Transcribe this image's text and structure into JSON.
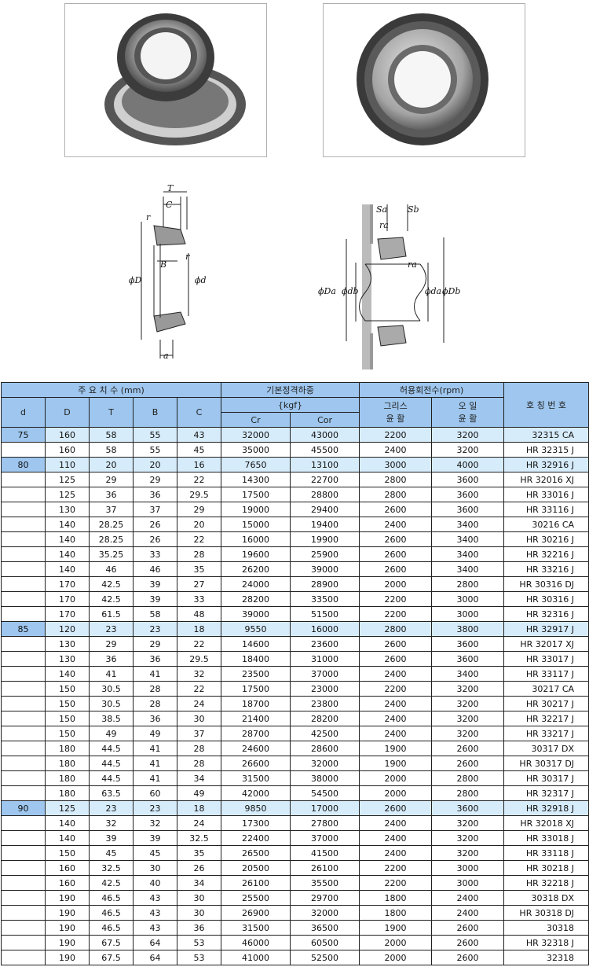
{
  "diagram_labels": {
    "T": "T",
    "C": "C",
    "r": "r",
    "B": "B",
    "phiD": "ϕD",
    "phid": "ϕd",
    "a": "a",
    "Sa": "Sa",
    "Sb": "Sb",
    "ra": "ra",
    "phiDa": "ϕDa",
    "phidb": "ϕdb",
    "phida": "ϕda",
    "phiDb": "ϕDb"
  },
  "table": {
    "header": {
      "main_dims": "주 요 치 수 (mm)",
      "basic_load": "기본정격하중",
      "kgf": "{kgf}",
      "speed": "허용회전수(rpm)",
      "designation": "호 칭 번 호",
      "d": "d",
      "D": "D",
      "T": "T",
      "B": "B",
      "C": "C",
      "cr": "Cr",
      "cor": "Cor",
      "grease": "그리스\n윤 활",
      "oil": "오 일\n윤 활"
    },
    "rows": [
      {
        "d": "75",
        "D": "160",
        "T": "58",
        "B": "55",
        "C": "43",
        "cr": "32000",
        "cor": "43000",
        "grease": "2200",
        "oil": "3200",
        "desig": "32315 CA"
      },
      {
        "d": "",
        "D": "160",
        "T": "58",
        "B": "55",
        "C": "45",
        "cr": "35000",
        "cor": "45500",
        "grease": "2400",
        "oil": "3200",
        "desig": "HR 32315 J"
      },
      {
        "d": "80",
        "D": "110",
        "T": "20",
        "B": "20",
        "C": "16",
        "cr": "7650",
        "cor": "13100",
        "grease": "3000",
        "oil": "4000",
        "desig": "HR 32916 J"
      },
      {
        "d": "",
        "D": "125",
        "T": "29",
        "B": "29",
        "C": "22",
        "cr": "14300",
        "cor": "22700",
        "grease": "2800",
        "oil": "3600",
        "desig": "HR 32016 XJ"
      },
      {
        "d": "",
        "D": "125",
        "T": "36",
        "B": "36",
        "C": "29.5",
        "cr": "17500",
        "cor": "28800",
        "grease": "2800",
        "oil": "3600",
        "desig": "HR 33016 J"
      },
      {
        "d": "",
        "D": "130",
        "T": "37",
        "B": "37",
        "C": "29",
        "cr": "19000",
        "cor": "29400",
        "grease": "2600",
        "oil": "3600",
        "desig": "HR 33116 J"
      },
      {
        "d": "",
        "D": "140",
        "T": "28.25",
        "B": "26",
        "C": "20",
        "cr": "15000",
        "cor": "19400",
        "grease": "2400",
        "oil": "3400",
        "desig": "30216 CA"
      },
      {
        "d": "",
        "D": "140",
        "T": "28.25",
        "B": "26",
        "C": "22",
        "cr": "16000",
        "cor": "19900",
        "grease": "2600",
        "oil": "3400",
        "desig": "HR 30216 J"
      },
      {
        "d": "",
        "D": "140",
        "T": "35.25",
        "B": "33",
        "C": "28",
        "cr": "19600",
        "cor": "25900",
        "grease": "2600",
        "oil": "3400",
        "desig": "HR 32216 J"
      },
      {
        "d": "",
        "D": "140",
        "T": "46",
        "B": "46",
        "C": "35",
        "cr": "26200",
        "cor": "39000",
        "grease": "2600",
        "oil": "3400",
        "desig": "HR 33216 J"
      },
      {
        "d": "",
        "D": "170",
        "T": "42.5",
        "B": "39",
        "C": "27",
        "cr": "24000",
        "cor": "28900",
        "grease": "2000",
        "oil": "2800",
        "desig": "HR 30316 DJ"
      },
      {
        "d": "",
        "D": "170",
        "T": "42.5",
        "B": "39",
        "C": "33",
        "cr": "28200",
        "cor": "33500",
        "grease": "2200",
        "oil": "3000",
        "desig": "HR 30316 J"
      },
      {
        "d": "",
        "D": "170",
        "T": "61.5",
        "B": "58",
        "C": "48",
        "cr": "39000",
        "cor": "51500",
        "grease": "2200",
        "oil": "3000",
        "desig": "HR 32316 J"
      },
      {
        "d": "85",
        "D": "120",
        "T": "23",
        "B": "23",
        "C": "18",
        "cr": "9550",
        "cor": "16000",
        "grease": "2800",
        "oil": "3800",
        "desig": "HR 32917 J"
      },
      {
        "d": "",
        "D": "130",
        "T": "29",
        "B": "29",
        "C": "22",
        "cr": "14600",
        "cor": "23600",
        "grease": "2600",
        "oil": "3600",
        "desig": "HR 32017 XJ"
      },
      {
        "d": "",
        "D": "130",
        "T": "36",
        "B": "36",
        "C": "29.5",
        "cr": "18400",
        "cor": "31000",
        "grease": "2600",
        "oil": "3600",
        "desig": "HR 33017 J"
      },
      {
        "d": "",
        "D": "140",
        "T": "41",
        "B": "41",
        "C": "32",
        "cr": "23500",
        "cor": "37000",
        "grease": "2400",
        "oil": "3400",
        "desig": "HR 33117 J"
      },
      {
        "d": "",
        "D": "150",
        "T": "30.5",
        "B": "28",
        "C": "22",
        "cr": "17500",
        "cor": "23000",
        "grease": "2200",
        "oil": "3200",
        "desig": "30217 CA"
      },
      {
        "d": "",
        "D": "150",
        "T": "30.5",
        "B": "28",
        "C": "24",
        "cr": "18700",
        "cor": "23800",
        "grease": "2400",
        "oil": "3200",
        "desig": "HR 30217 J"
      },
      {
        "d": "",
        "D": "150",
        "T": "38.5",
        "B": "36",
        "C": "30",
        "cr": "21400",
        "cor": "28200",
        "grease": "2400",
        "oil": "3200",
        "desig": "HR 32217 J"
      },
      {
        "d": "",
        "D": "150",
        "T": "49",
        "B": "49",
        "C": "37",
        "cr": "28700",
        "cor": "42500",
        "grease": "2400",
        "oil": "3200",
        "desig": "HR 33217 J"
      },
      {
        "d": "",
        "D": "180",
        "T": "44.5",
        "B": "41",
        "C": "28",
        "cr": "24600",
        "cor": "28600",
        "grease": "1900",
        "oil": "2600",
        "desig": "30317 DX"
      },
      {
        "d": "",
        "D": "180",
        "T": "44.5",
        "B": "41",
        "C": "28",
        "cr": "26600",
        "cor": "32000",
        "grease": "1900",
        "oil": "2600",
        "desig": "HR 30317 DJ"
      },
      {
        "d": "",
        "D": "180",
        "T": "44.5",
        "B": "41",
        "C": "34",
        "cr": "31500",
        "cor": "38000",
        "grease": "2000",
        "oil": "2800",
        "desig": "HR 30317 J"
      },
      {
        "d": "",
        "D": "180",
        "T": "63.5",
        "B": "60",
        "C": "49",
        "cr": "42000",
        "cor": "54500",
        "grease": "2000",
        "oil": "2800",
        "desig": "HR 32317 J"
      },
      {
        "d": "90",
        "D": "125",
        "T": "23",
        "B": "23",
        "C": "18",
        "cr": "9850",
        "cor": "17000",
        "grease": "2600",
        "oil": "3600",
        "desig": "HR 32918 J"
      },
      {
        "d": "",
        "D": "140",
        "T": "32",
        "B": "32",
        "C": "24",
        "cr": "17300",
        "cor": "27800",
        "grease": "2400",
        "oil": "3200",
        "desig": "HR 32018 XJ"
      },
      {
        "d": "",
        "D": "140",
        "T": "39",
        "B": "39",
        "C": "32.5",
        "cr": "22400",
        "cor": "37000",
        "grease": "2400",
        "oil": "3200",
        "desig": "HR 33018 J"
      },
      {
        "d": "",
        "D": "150",
        "T": "45",
        "B": "45",
        "C": "35",
        "cr": "26500",
        "cor": "41500",
        "grease": "2400",
        "oil": "3200",
        "desig": "HR 33118 J"
      },
      {
        "d": "",
        "D": "160",
        "T": "32.5",
        "B": "30",
        "C": "26",
        "cr": "20500",
        "cor": "26100",
        "grease": "2200",
        "oil": "3000",
        "desig": "HR 30218 J"
      },
      {
        "d": "",
        "D": "160",
        "T": "42.5",
        "B": "40",
        "C": "34",
        "cr": "26100",
        "cor": "35500",
        "grease": "2200",
        "oil": "3000",
        "desig": "HR 32218 J"
      },
      {
        "d": "",
        "D": "190",
        "T": "46.5",
        "B": "43",
        "C": "30",
        "cr": "25500",
        "cor": "29700",
        "grease": "1800",
        "oil": "2400",
        "desig": "30318 DX"
      },
      {
        "d": "",
        "D": "190",
        "T": "46.5",
        "B": "43",
        "C": "30",
        "cr": "26900",
        "cor": "32000",
        "grease": "1800",
        "oil": "2400",
        "desig": "HR 30318 DJ"
      },
      {
        "d": "",
        "D": "190",
        "T": "46.5",
        "B": "43",
        "C": "36",
        "cr": "31500",
        "cor": "36500",
        "grease": "1900",
        "oil": "2600",
        "desig": "30318"
      },
      {
        "d": "",
        "D": "190",
        "T": "67.5",
        "B": "64",
        "C": "53",
        "cr": "46000",
        "cor": "60500",
        "grease": "2000",
        "oil": "2600",
        "desig": "HR 32318 J"
      },
      {
        "d": "",
        "D": "190",
        "T": "67.5",
        "B": "64",
        "C": "53",
        "cr": "41000",
        "cor": "52500",
        "grease": "2000",
        "oil": "2600",
        "desig": "32318"
      }
    ]
  }
}
